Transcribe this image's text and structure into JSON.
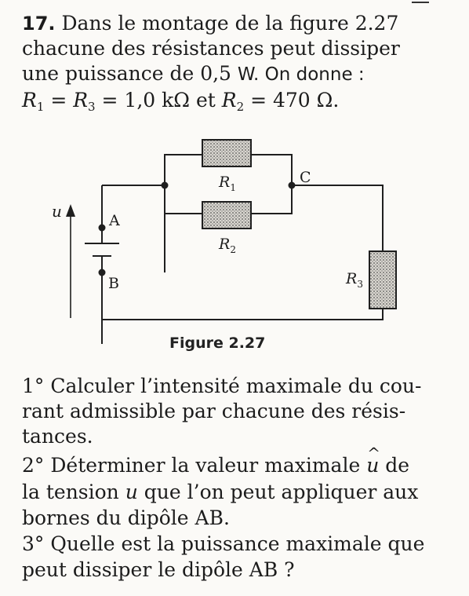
{
  "exercise": {
    "number": "17.",
    "intro_l1": "Dans le montage de la figure 2.27",
    "intro_l2": "chacune des résistances peut dissiper",
    "intro_l3_a": "une puissance de 0,5",
    "intro_l3_unit": "W. On donne :",
    "given": {
      "r1": "R",
      "r1_sub": "1",
      "eq1": " = ",
      "r3": "R",
      "r3_sub": "3",
      "val13": " = 1,0 kΩ et ",
      "r2": "R",
      "r2_sub": "2",
      "val2": " = 470 Ω."
    }
  },
  "figure": {
    "caption": "Figure 2.27",
    "labels": {
      "u": "u",
      "A": "A",
      "B": "B",
      "C": "C",
      "R1": "R",
      "R1_sub": "1",
      "R2": "R",
      "R2_sub": "2",
      "R3": "R",
      "R3_sub": "3"
    }
  },
  "questions": {
    "q1_l1": "1° Calculer l’intensité maximale du cou-",
    "q1_l2": "rant admissible par chacune des résis-",
    "q1_l3": "tances.",
    "q2_l1_a": "2° Déterminer la valeur maximale ",
    "q2_l1_hat": "u",
    "q2_l1_b": " de",
    "q2_l2_a": "la tension ",
    "q2_l2_u": "u",
    "q2_l2_b": " que l’on peut appliquer aux",
    "q2_l3": "bornes du dipôle AB.",
    "q3_l1": "3° Quelle est la puissance maximale que",
    "q3_l2": "peut dissiper le dipôle AB ?"
  }
}
